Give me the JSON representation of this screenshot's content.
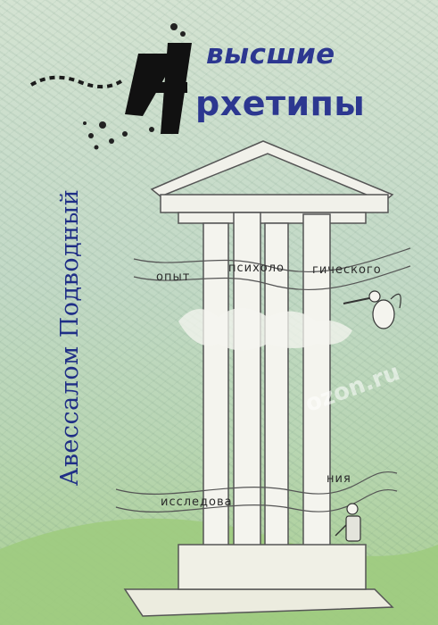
{
  "cover": {
    "title_line1": "высшие",
    "title_line2": "рхетипы",
    "author": "Авессалом Подводный",
    "ribbon_text": [
      "опыт",
      "психоло",
      "гического",
      "исследова",
      "ния"
    ],
    "watermark": "ozon.ru"
  },
  "colors": {
    "title": "#2c3790",
    "author": "#1f2e86",
    "background": "#c9dcc8",
    "ground": "#9fcb80"
  }
}
